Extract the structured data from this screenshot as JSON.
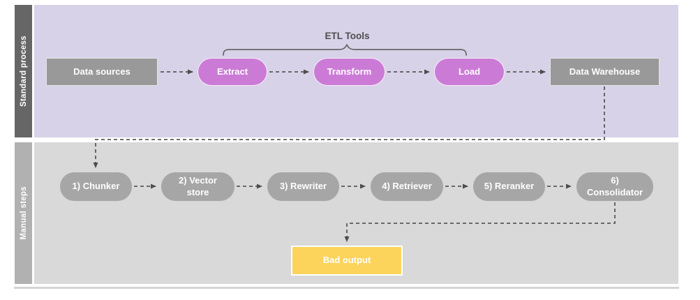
{
  "diagram": {
    "lanes": [
      {
        "label": "Standard process"
      },
      {
        "label": "Manual steps"
      }
    ],
    "annotation": {
      "etl_tools_label": "ETL Tools"
    },
    "nodes": {
      "data_sources": {
        "label": "Data sources"
      },
      "extract": {
        "label": "Extract"
      },
      "transform": {
        "label": "Transform"
      },
      "load": {
        "label": "Load"
      },
      "data_warehouse": {
        "label": "Data Warehouse"
      },
      "chunker": {
        "label": "1) Chunker"
      },
      "vector_store": {
        "label": "2) Vector store"
      },
      "rewriter": {
        "label": "3) Rewriter"
      },
      "retriever": {
        "label": "4) Retriever"
      },
      "reranker": {
        "label": "5) Reranker"
      },
      "consolidator": {
        "label": "6) Consolidator"
      },
      "bad_output": {
        "label": "Bad output"
      }
    },
    "colors": {
      "standard_lane_bg": "#d8d2e8",
      "manual_lane_bg": "#d9d9d9",
      "standard_lane_label_bg": "#666666",
      "manual_lane_label_bg": "#b1b1b1",
      "etl_node_fill": "#cb7bd6",
      "gray_node_fill": "#999999",
      "step_node_fill": "#a6a6a6",
      "bad_output_fill": "#fcd45c",
      "connector_color": "#595959"
    }
  }
}
